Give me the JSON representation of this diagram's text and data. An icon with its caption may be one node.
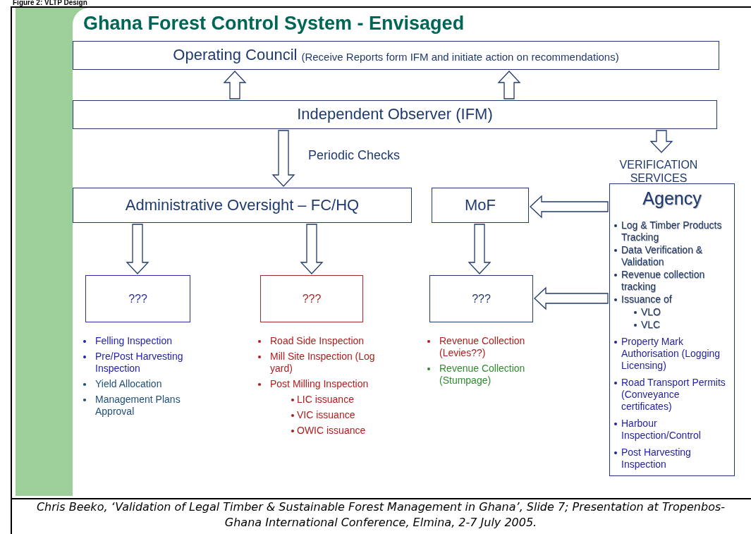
{
  "diagram": {
    "title": "Figure 2: VLTP Design",
    "caption": "Chris Beeko, ‘Validation of Legal Timber & Sustainable Forest Management in Ghana’, Slide 7; Presentation at Tropenbos-Ghana International Conference, Elmina, 2-7 July 2005.",
    "nodes": [
      {
        "text": [
          "Operating Council",
          "(Receive Reports form IFM and initiate action on recommendations)"
        ]
      },
      {
        "text": [
          "Independent Observer (IFM)"
        ]
      },
      {
        "text": [
          "Administrative Oversight – FC/HQ"
        ]
      },
      {
        "text": [
          "MoF"
        ]
      },
      {
        "text": [
          "VERIFICATION SERVICES"
        ]
      },
      {
        "text": [
          "Agency",
          "Log & Timber Products Tracking",
          "Data Verification & Validation",
          "Revenue collection tracking",
          "Issuance of",
          "VLO",
          "VLC",
          "Property Mark Authorisation (Logging Licensing)",
          "Road Transport Permits (Conveyance certificates)",
          "Harbour Inspection/Control",
          "Post Harvesting Inspection"
        ]
      },
      {
        "text": [
          "???"
        ],
        "beside": [
          "Felling Inspection",
          "Pre/Post Harvesting Inspection",
          "Yield Allocation",
          "Management Plans Approval"
        ]
      },
      {
        "text": [
          "???"
        ],
        "beside": [
          "Road Side Inspection",
          "Mill Site Inspection (Log yard)",
          "Post Milling Inspection",
          "LIC issuance",
          "VIC issuance",
          "OWIC issuance"
        ]
      },
      {
        "text": [
          "???"
        ],
        "beside": [
          "Revenue Collection (Levies??)",
          "Revenue Collection (Stumpage)"
        ]
      }
    ],
    "edges": [
      {
        "from": 1,
        "to": 0,
        "arrow": "to"
      },
      {
        "from": 1,
        "to": 0,
        "arrow": "to"
      },
      {
        "from": 1,
        "to": 2,
        "arrow": "to",
        "label": "Periodic Checks"
      },
      {
        "from": 1,
        "to": 4,
        "arrow": "to"
      },
      {
        "from": 5,
        "to": 3,
        "arrow": "to"
      },
      {
        "from": 2,
        "to": 6,
        "arrow": "to"
      },
      {
        "from": 2,
        "to": 7,
        "arrow": "to"
      },
      {
        "from": 3,
        "to": 8,
        "arrow": "to"
      },
      {
        "from": 5,
        "to": 8,
        "arrow": "to"
      }
    ],
    "labels": [
      "Ghana Forest Control System - Envisaged"
    ]
  }
}
